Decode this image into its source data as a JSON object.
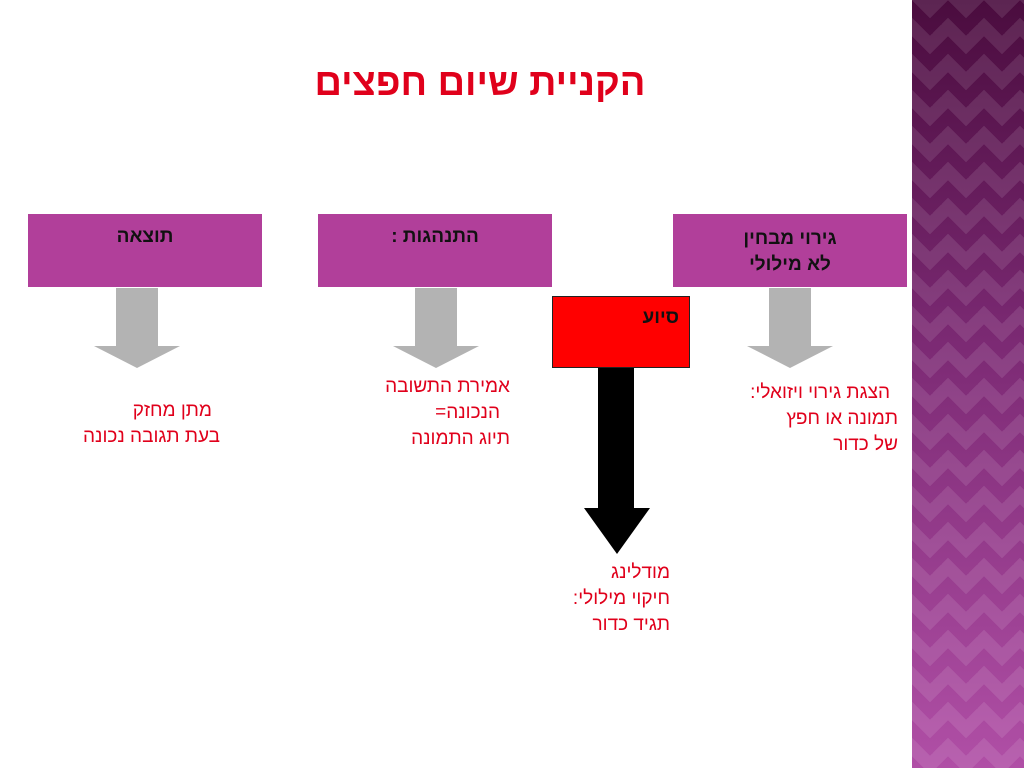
{
  "title": "הקניית שיום חפצים",
  "boxes": {
    "result": {
      "label": "תוצאה"
    },
    "behavior": {
      "label": "התנהגות :"
    },
    "stimulus": {
      "line1": "גירוי מבחין",
      "line2": "לא מילולי"
    },
    "support": {
      "label": "סיוע"
    }
  },
  "texts": {
    "result": {
      "line1": "מתן מחזק",
      "line2": "בעת תגובה נכונה"
    },
    "behavior": {
      "line1": "אמירת התשובה",
      "line2": "הנכונה=",
      "line3": "תיוג התמונה"
    },
    "stimulus": {
      "line1": "הצגת גירוי ויזואלי:",
      "line2": "תמונה או חפץ",
      "line3": "של כדור"
    },
    "support": {
      "line1": "מודלינג",
      "line2": "חיקוי מילולי:",
      "line3": "תגיד כדור"
    }
  },
  "colors": {
    "box_fill": "#b13f9a",
    "support_fill": "#ff0000",
    "text_red": "#e0001b",
    "arrow_gray": "#b3b3b3",
    "arrow_black": "#000000"
  }
}
